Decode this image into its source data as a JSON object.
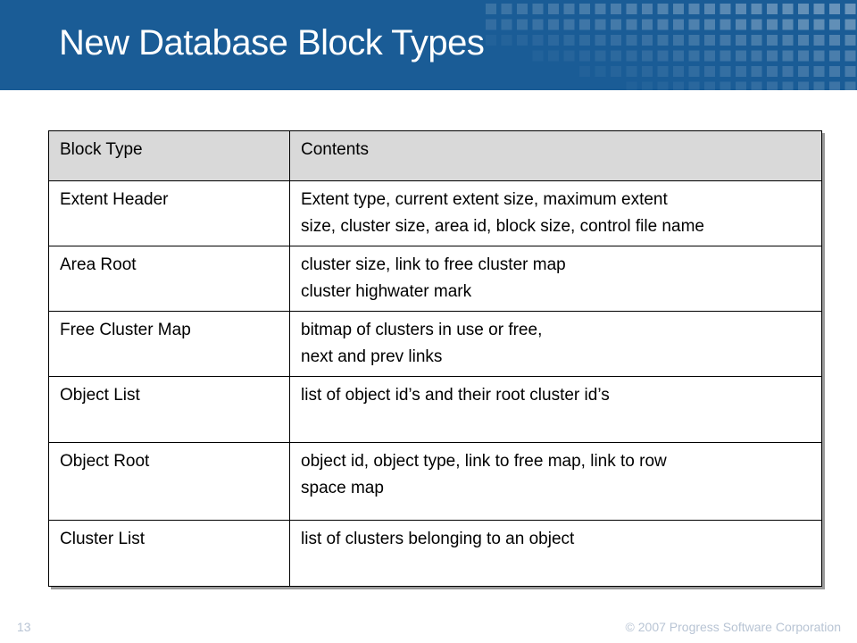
{
  "slide": {
    "title": "New Database Block Types",
    "page_number": "13",
    "copyright": "© 2007 Progress Software Corporation"
  },
  "table": {
    "headers": [
      "Block Type",
      "Contents"
    ],
    "rows": [
      {
        "type": "Extent Header",
        "lines": [
          "Extent type, current extent size, maximum extent",
          "size, cluster size, area id, block size, control file name"
        ]
      },
      {
        "type": "Area Root",
        "lines": [
          "cluster size, link to free cluster map",
          "cluster highwater mark"
        ]
      },
      {
        "type": "Free Cluster Map",
        "lines": [
          "bitmap of clusters in use or free,",
          "next and prev links"
        ]
      },
      {
        "type": "Object List",
        "lines": [
          "list of object id’s and their root cluster id’s"
        ]
      },
      {
        "type": "Object Root",
        "lines": [
          "object id, object type, link to free map, link to row",
          "space map"
        ]
      },
      {
        "type": "Cluster List",
        "lines": [
          "list of clusters belonging to an object"
        ]
      }
    ]
  },
  "colors": {
    "header_bg": "#1a5c96",
    "table_header_bg": "#d9d9d9",
    "footer_text": "#b8c4d4"
  }
}
